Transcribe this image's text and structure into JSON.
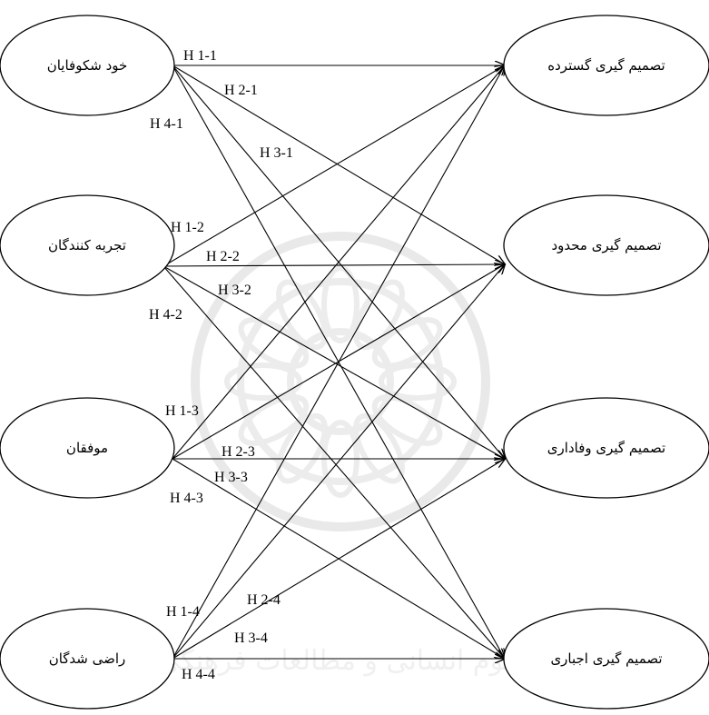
{
  "diagram": {
    "sources": [
      {
        "id": "s1",
        "label": "خود شکوفایان"
      },
      {
        "id": "s2",
        "label": "تجربه کنندگان"
      },
      {
        "id": "s3",
        "label": "موفقان"
      },
      {
        "id": "s4",
        "label": "راضی شدگان"
      }
    ],
    "targets": [
      {
        "id": "t1",
        "label": "تصمیم گیری گسترده"
      },
      {
        "id": "t2",
        "label": "تصمیم گیری محدود"
      },
      {
        "id": "t3",
        "label": "تصمیم گیری وفاداری"
      },
      {
        "id": "t4",
        "label": "تصمیم گیری اجباری"
      }
    ],
    "edges": [
      {
        "from": "s1",
        "to": "t1",
        "label": "H 1-1"
      },
      {
        "from": "s1",
        "to": "t2",
        "label": "H 2-1"
      },
      {
        "from": "s1",
        "to": "t3",
        "label": "H 3-1"
      },
      {
        "from": "s1",
        "to": "t4",
        "label": "H 4-1"
      },
      {
        "from": "s2",
        "to": "t1",
        "label": "H 1-2"
      },
      {
        "from": "s2",
        "to": "t2",
        "label": "H 2-2"
      },
      {
        "from": "s2",
        "to": "t3",
        "label": "H 3-2"
      },
      {
        "from": "s2",
        "to": "t4",
        "label": "H 4-2"
      },
      {
        "from": "s3",
        "to": "t1",
        "label": "H 1-3"
      },
      {
        "from": "s3",
        "to": "t2",
        "label": "H 2-3"
      },
      {
        "from": "s3",
        "to": "t3",
        "label": "H 3-3"
      },
      {
        "from": "s3",
        "to": "t4",
        "label": "H 4-3"
      },
      {
        "from": "s4",
        "to": "t1",
        "label": "H 1-4"
      },
      {
        "from": "s4",
        "to": "t2",
        "label": "H 2-4"
      },
      {
        "from": "s4",
        "to": "t3",
        "label": "H 3-4"
      },
      {
        "from": "s4",
        "to": "t4",
        "label": "H 4-4"
      }
    ]
  },
  "watermark": {
    "text": "پژوهشگاه علوم انسانی و مطالعات فرهنگی"
  }
}
